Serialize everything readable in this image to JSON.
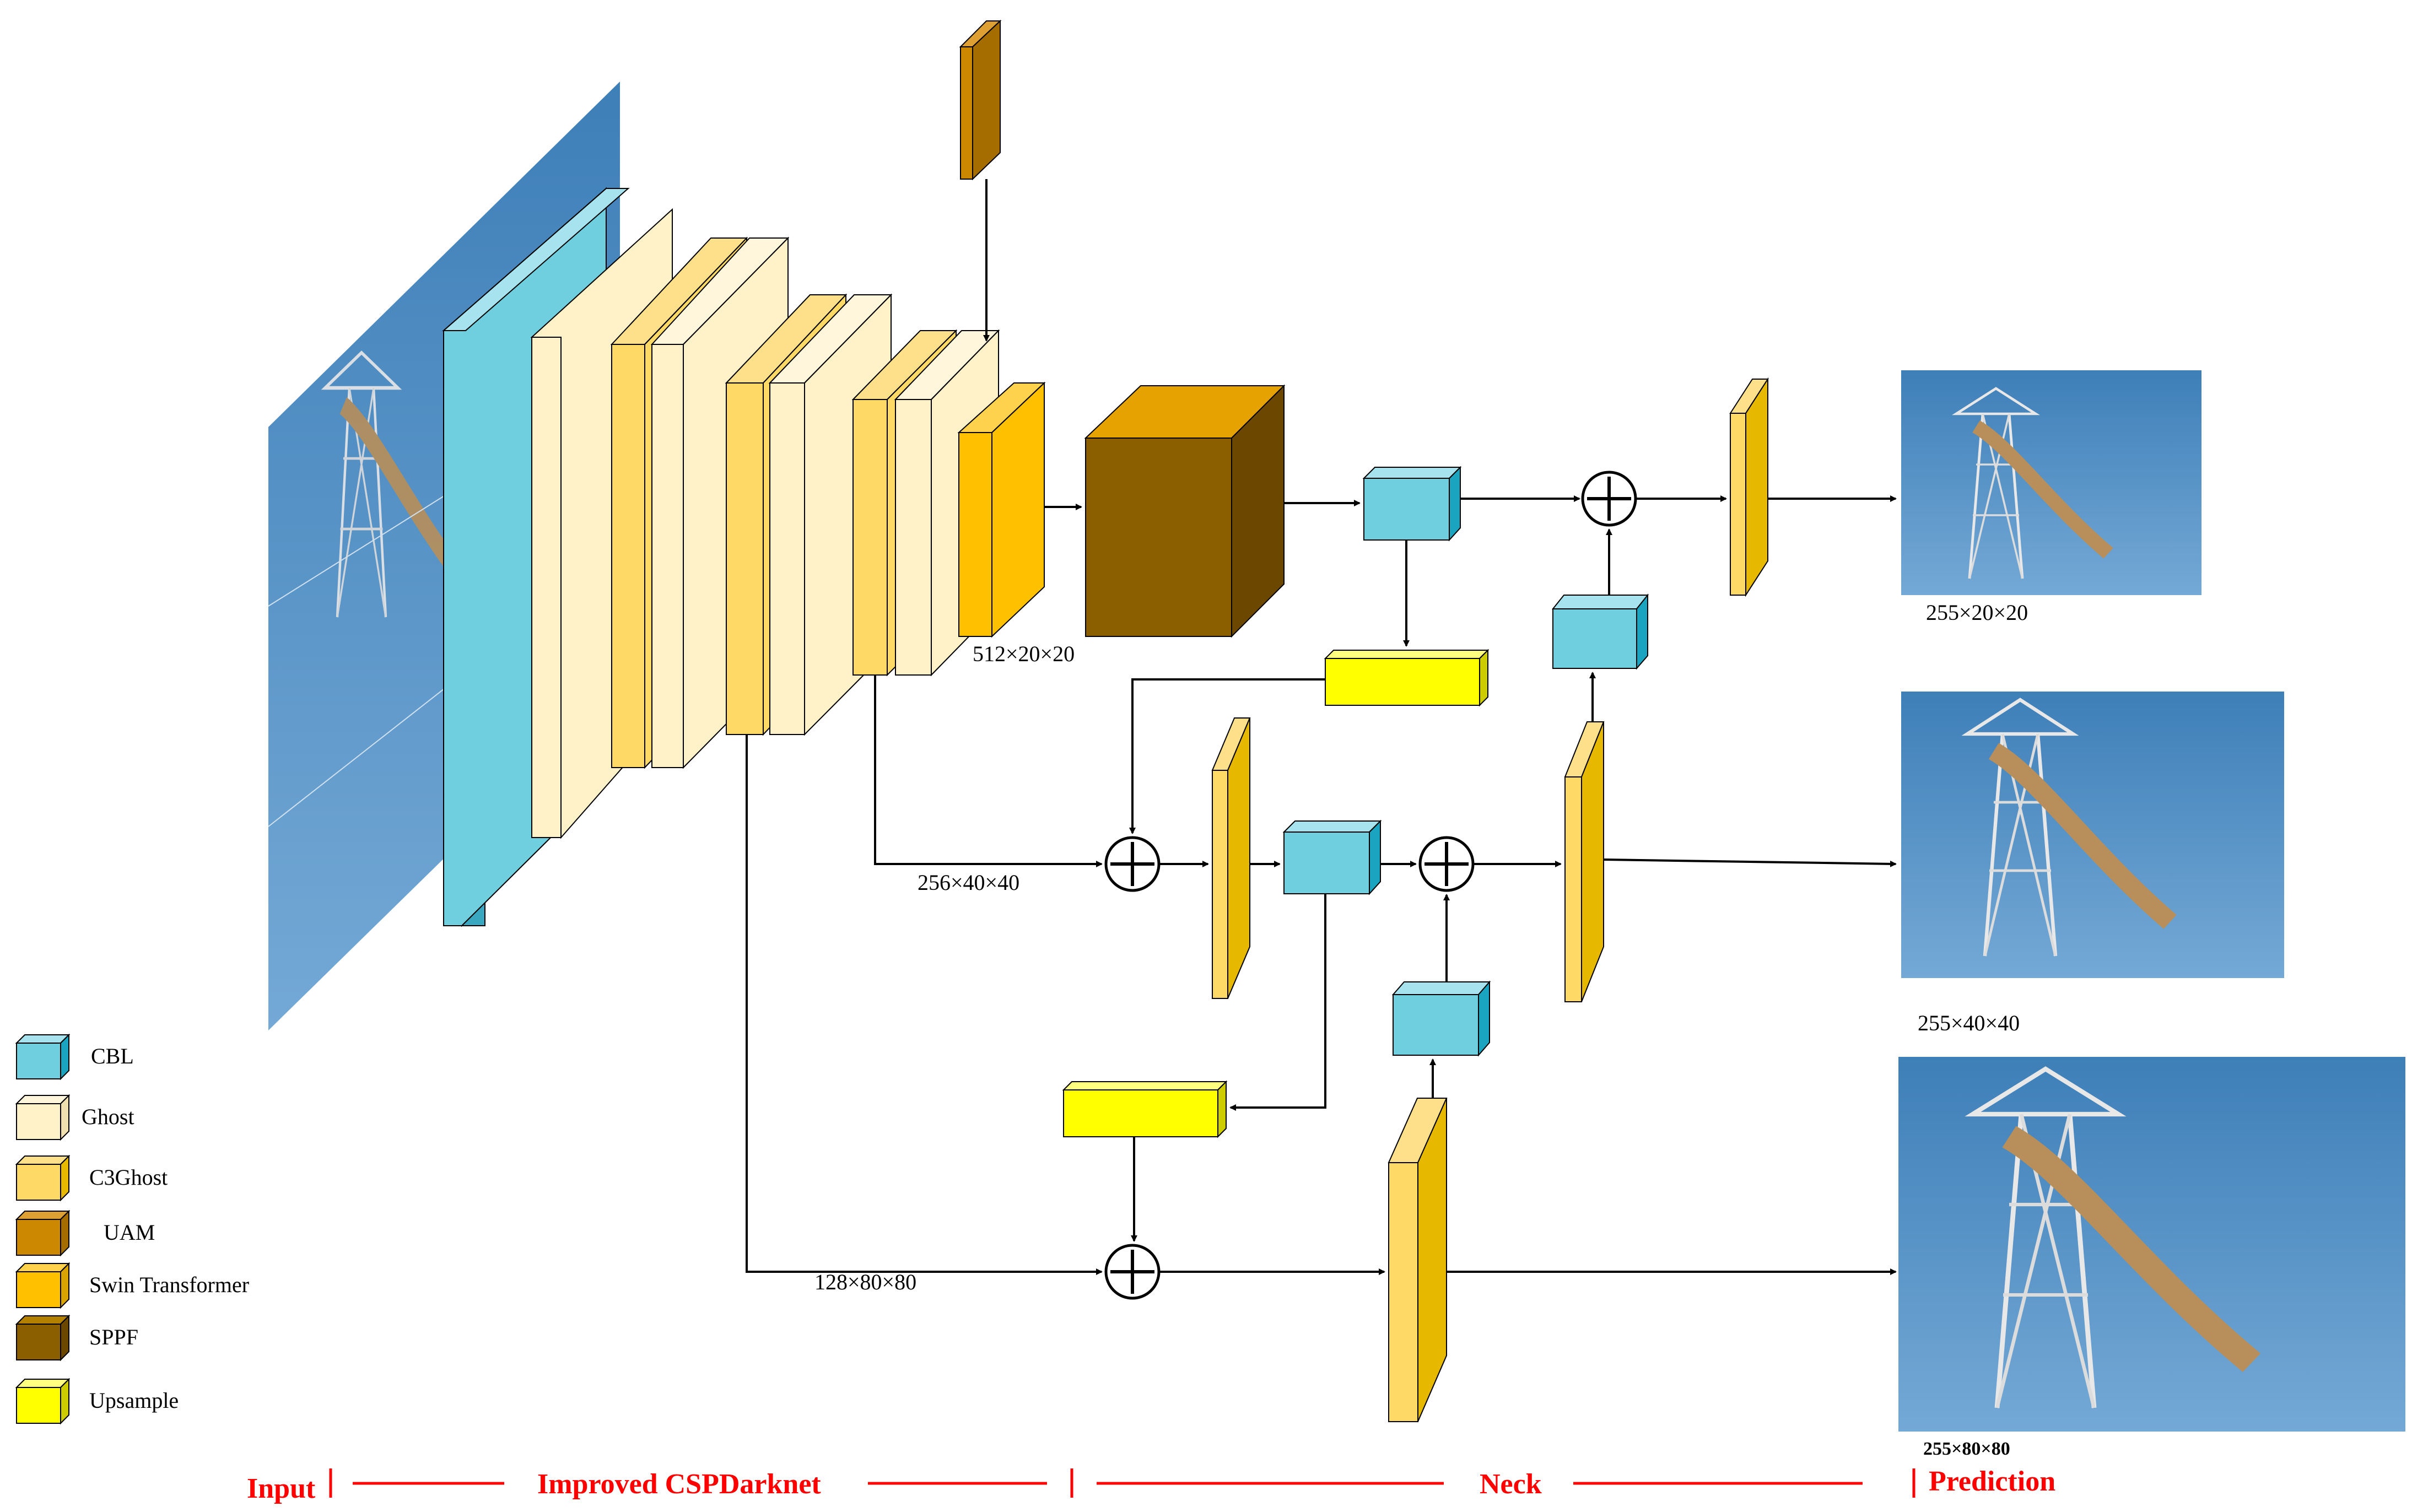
{
  "legend": [
    {
      "label": "CBL",
      "color": "#6fcfdf"
    },
    {
      "label": "Ghost",
      "color": "#fff1c8"
    },
    {
      "label": "C3Ghost",
      "color": "#ffd966"
    },
    {
      "label": "UAM",
      "color": "#cc8800"
    },
    {
      "label": "Swin Transformer",
      "color": "#ffc000"
    },
    {
      "label": "SPPF",
      "color": "#8b5e00"
    },
    {
      "label": "Upsample",
      "color": "#ffff00"
    }
  ],
  "dimensions": {
    "backbone_out": "512×20×20",
    "p4_in": "256×40×40",
    "p3_in": "128×80×80",
    "out_small": "255×20×20",
    "out_medium": "255×40×40",
    "out_large": "255×80×80"
  },
  "stages": {
    "input": "Input",
    "backbone": "Improved CSPDarknet",
    "neck": "Neck",
    "prediction": "Prediction"
  },
  "colors": {
    "cbl": "#6fcfdf",
    "ghost": "#fff1c8",
    "c3ghost": "#ffd966",
    "uam": "#cc8800",
    "swin": "#ffc000",
    "sppf": "#8b5e00",
    "upsample": "#ffff00",
    "stage_text": "#ff0000",
    "sky": "#4f8fc4"
  },
  "images": [
    {
      "name": "input-image",
      "icon": "power-tower-photo"
    },
    {
      "name": "prediction-image-small",
      "icon": "power-tower-photo"
    },
    {
      "name": "prediction-image-medium",
      "icon": "power-tower-photo"
    },
    {
      "name": "prediction-image-large",
      "icon": "power-tower-photo"
    }
  ]
}
